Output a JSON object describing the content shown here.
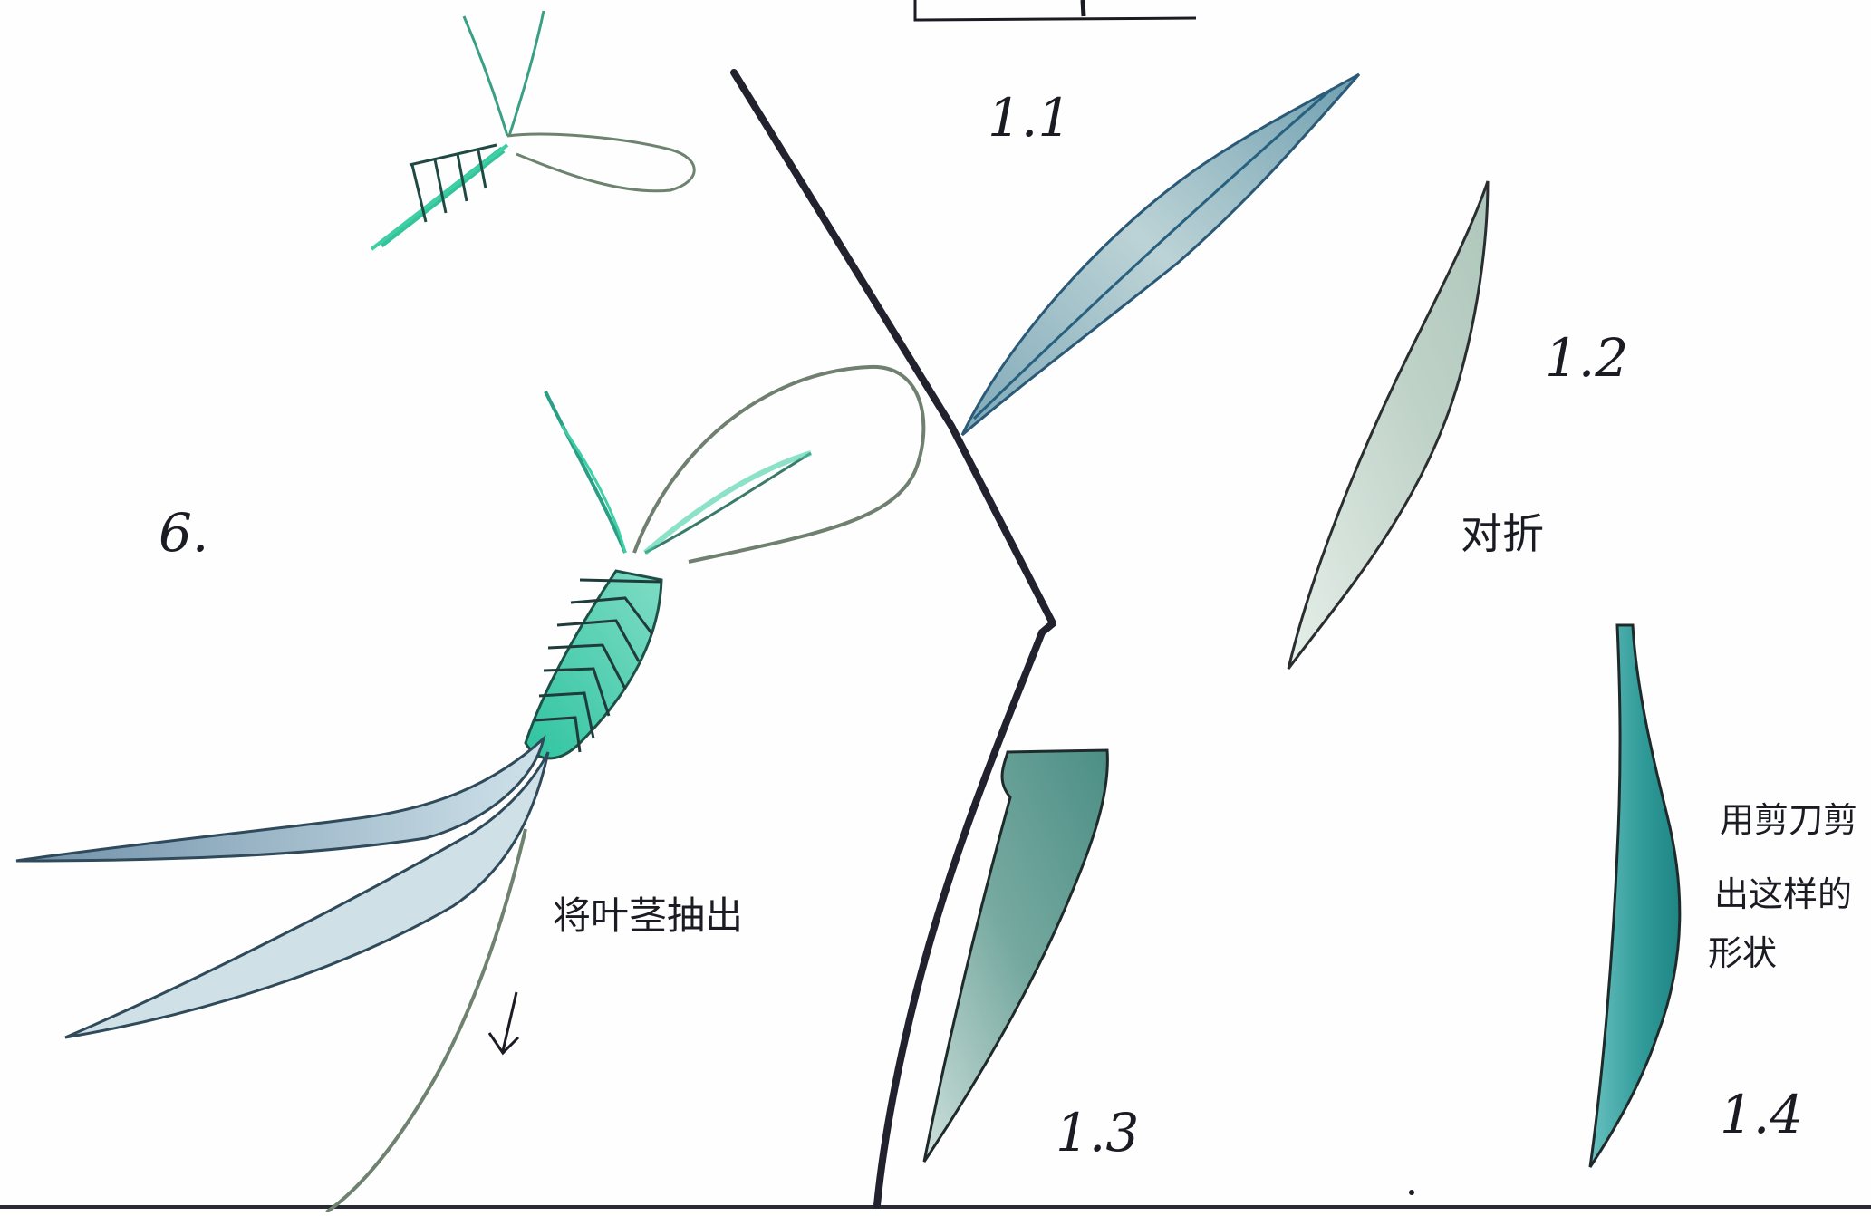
{
  "steps": {
    "s11": "1.1",
    "s12": "1.2",
    "s13": "1.3",
    "s14": "1.4",
    "s6": "6."
  },
  "notes": {
    "fold": "对折",
    "cut_line1": "用剪刀剪",
    "cut_line2": "出这样的",
    "cut_line3": "形状",
    "pull_out": "将叶茎抽出"
  },
  "colors": {
    "ink": "#1b1b24",
    "leaf_green": "#3fb8a0",
    "leaf_teal": "#2e9a93",
    "leaf_grey_blue": "#8fa6b8",
    "stem_grey_green": "#7c8f7a"
  }
}
